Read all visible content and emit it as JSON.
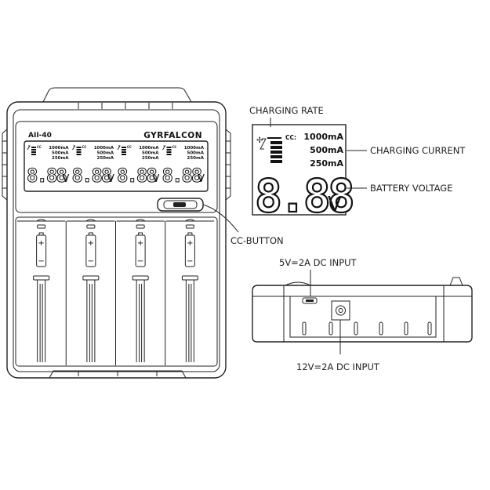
{
  "charger": {
    "model": "AII-40",
    "brand": "GYRFALCON",
    "slots": 4,
    "currents": [
      "1000mA",
      "500mA",
      "250mA"
    ],
    "cc_prefix": "CC",
    "voltage_digits": "8.88",
    "voltage_unit": "V"
  },
  "detail_display": {
    "cc_prefix": "CC:",
    "currents": [
      "1000mA",
      "500mA",
      "250mA"
    ],
    "voltage_digits": "8.88",
    "voltage_unit": "V"
  },
  "callouts": {
    "charging_rate": "CHARGING RATE",
    "charging_current": "CHARGING CURRENT",
    "battery_voltage": "BATTERY VOLTAGE",
    "cc_button": "CC-BUTTON",
    "input_5v": "5V=2A  DC INPUT",
    "input_12v": "12V=2A  DC INPUT"
  },
  "icons": [
    "battery-plus-minus-icon",
    "charging-bars-icon",
    "usb-port-icon",
    "dc-jack-icon"
  ]
}
